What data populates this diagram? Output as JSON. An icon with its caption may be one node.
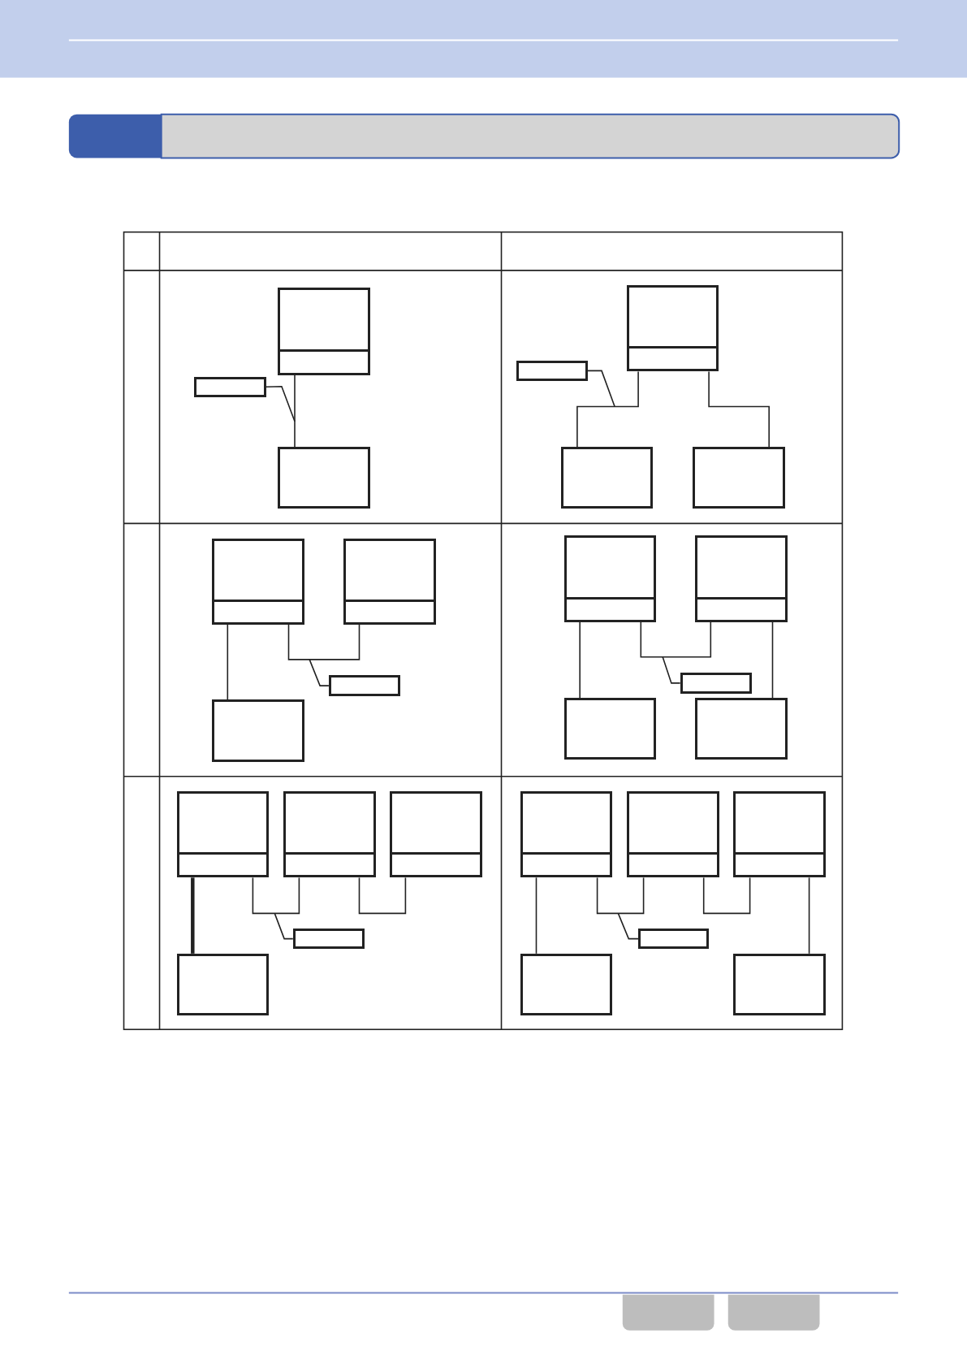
{
  "diagram": {
    "nodes": [
      {
        "text": [],
        "shape": "box"
      },
      {
        "text": [],
        "shape": "box"
      },
      {
        "text": [],
        "shape": "box"
      },
      {
        "text": [],
        "shape": "box"
      },
      {
        "text": [],
        "shape": "box"
      },
      {
        "text": [],
        "shape": "box"
      },
      {
        "text": [],
        "shape": "box"
      },
      {
        "text": [],
        "shape": "box"
      },
      {
        "text": [],
        "shape": "box"
      },
      {
        "text": [],
        "shape": "box"
      },
      {
        "text": [],
        "shape": "box"
      },
      {
        "text": [],
        "shape": "box"
      },
      {
        "text": [],
        "shape": "box"
      },
      {
        "text": [],
        "shape": "box"
      },
      {
        "text": [],
        "shape": "box"
      },
      {
        "text": [],
        "shape": "box"
      },
      {
        "text": [],
        "shape": "box"
      },
      {
        "text": [],
        "shape": "box"
      },
      {
        "text": [],
        "shape": "box"
      },
      {
        "text": [],
        "shape": "box"
      },
      {
        "text": [],
        "shape": "box"
      },
      {
        "text": [],
        "shape": "box"
      },
      {
        "text": [],
        "shape": "box"
      },
      {
        "text": [],
        "shape": "box"
      },
      {
        "text": [],
        "shape": "box"
      },
      {
        "text": [],
        "shape": "box"
      },
      {
        "text": [],
        "shape": "box"
      }
    ],
    "edges": [
      {
        "from": 0,
        "to": 2,
        "arrow": "none"
      },
      {
        "from": 1,
        "to": null,
        "arrow": "none"
      },
      {
        "from": 3,
        "to": 5,
        "arrow": "none"
      },
      {
        "from": 3,
        "to": 6,
        "arrow": "none"
      },
      {
        "from": 4,
        "to": null,
        "arrow": "none"
      },
      {
        "from": 7,
        "to": 10,
        "arrow": "none"
      },
      {
        "from": 7,
        "to": 8,
        "arrow": "none"
      },
      {
        "from": 9,
        "to": null,
        "arrow": "none"
      },
      {
        "from": 11,
        "to": 14,
        "arrow": "none"
      },
      {
        "from": 12,
        "to": 15,
        "arrow": "none"
      },
      {
        "from": 11,
        "to": 12,
        "arrow": "none"
      },
      {
        "from": 13,
        "to": null,
        "arrow": "none"
      },
      {
        "from": 16,
        "to": 20,
        "arrow": "none",
        "style": "thick"
      },
      {
        "from": 16,
        "to": 17,
        "arrow": "none"
      },
      {
        "from": 17,
        "to": 18,
        "arrow": "none"
      },
      {
        "from": 19,
        "to": null,
        "arrow": "none"
      },
      {
        "from": 21,
        "to": 25,
        "arrow": "none"
      },
      {
        "from": 23,
        "to": 26,
        "arrow": "none"
      },
      {
        "from": 21,
        "to": 22,
        "arrow": "none"
      },
      {
        "from": 22,
        "to": 23,
        "arrow": "none"
      },
      {
        "from": 24,
        "to": null,
        "arrow": "none"
      }
    ]
  }
}
